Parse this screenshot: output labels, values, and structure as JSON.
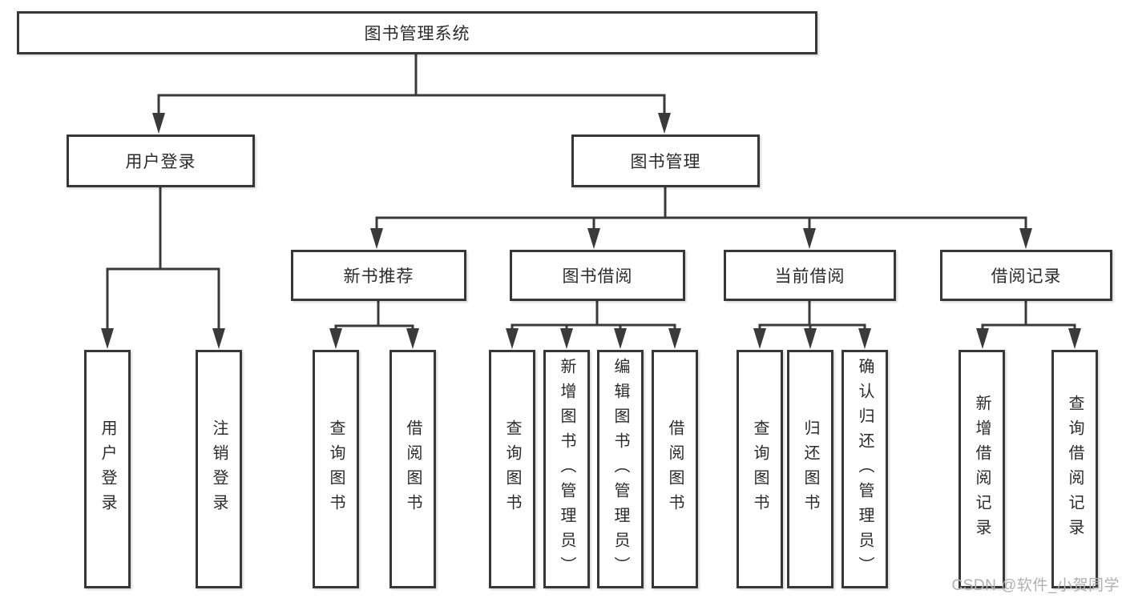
{
  "page": {
    "watermark": {
      "text": "CSDN @软件_小贺同学"
    }
  },
  "colors": {
    "background": "#ffffff",
    "line": "#3a3a3a",
    "border": "#373737",
    "node_bg": "#ffffff",
    "text": "#2b2b2b",
    "watermark": "#b0b0b0"
  },
  "tree": {
    "root": {
      "label": "图书管理系统"
    },
    "branches": [
      {
        "label": "用户登录",
        "leaves": [
          "用户登录",
          "注销登录"
        ]
      },
      {
        "label": "图书管理",
        "sections": [
          {
            "label": "新书推荐",
            "leaves": [
              "查询图书",
              "借阅图书"
            ]
          },
          {
            "label": "图书借阅",
            "leaves": [
              "查询图书",
              "新增图书（管理员）",
              "编辑图书（管理员）",
              "借阅图书"
            ]
          },
          {
            "label": "当前借阅",
            "leaves": [
              "查询图书",
              "归还图书",
              "确认归还（管理员）"
            ]
          },
          {
            "label": "借阅记录",
            "leaves": [
              "新增借阅记录",
              "查询借阅记录"
            ]
          }
        ]
      }
    ]
  }
}
